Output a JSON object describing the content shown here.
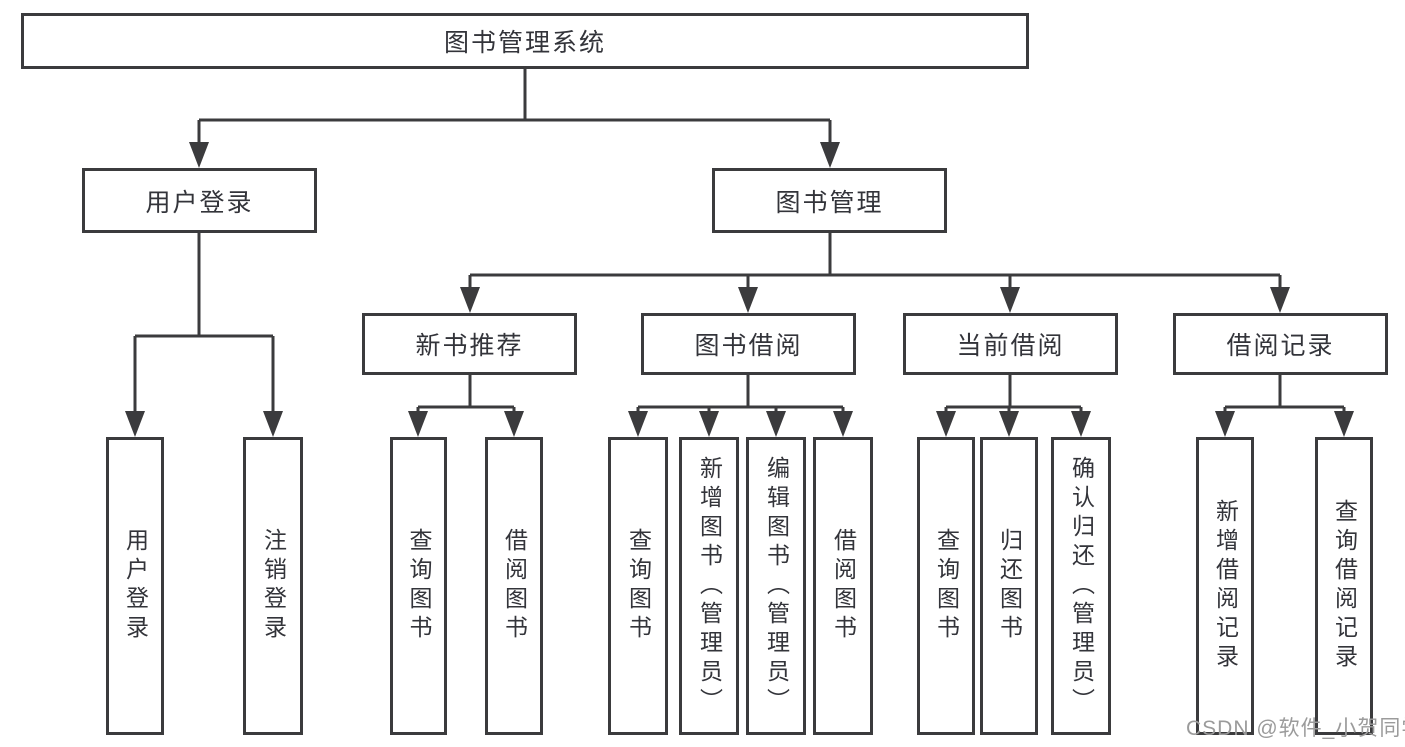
{
  "diagram": {
    "type": "tree",
    "watermark": "CSDN @软件_小贺同学",
    "colors": {
      "line": "#3b3b3d",
      "text": "#33343a",
      "watermark_text": "#9b9b9b",
      "background": "#ffffff"
    },
    "tree": {
      "label": "图书管理系统",
      "children": [
        {
          "label": "用户登录",
          "children": [
            {
              "label": "用户登录"
            },
            {
              "label": "注销登录"
            }
          ]
        },
        {
          "label": "图书管理",
          "children": [
            {
              "label": "新书推荐",
              "children": [
                {
                  "label": "查询图书"
                },
                {
                  "label": "借阅图书"
                }
              ]
            },
            {
              "label": "图书借阅",
              "children": [
                {
                  "label": "查询图书"
                },
                {
                  "label": "新增图书（管理员）"
                },
                {
                  "label": "编辑图书（管理员）"
                },
                {
                  "label": "借阅图书"
                }
              ]
            },
            {
              "label": "当前借阅",
              "children": [
                {
                  "label": "查询图书"
                },
                {
                  "label": "归还图书"
                },
                {
                  "label": "确认归还（管理员）"
                }
              ]
            },
            {
              "label": "借阅记录",
              "children": [
                {
                  "label": "新增借阅记录"
                },
                {
                  "label": "查询借阅记录"
                }
              ]
            }
          ]
        }
      ]
    }
  }
}
